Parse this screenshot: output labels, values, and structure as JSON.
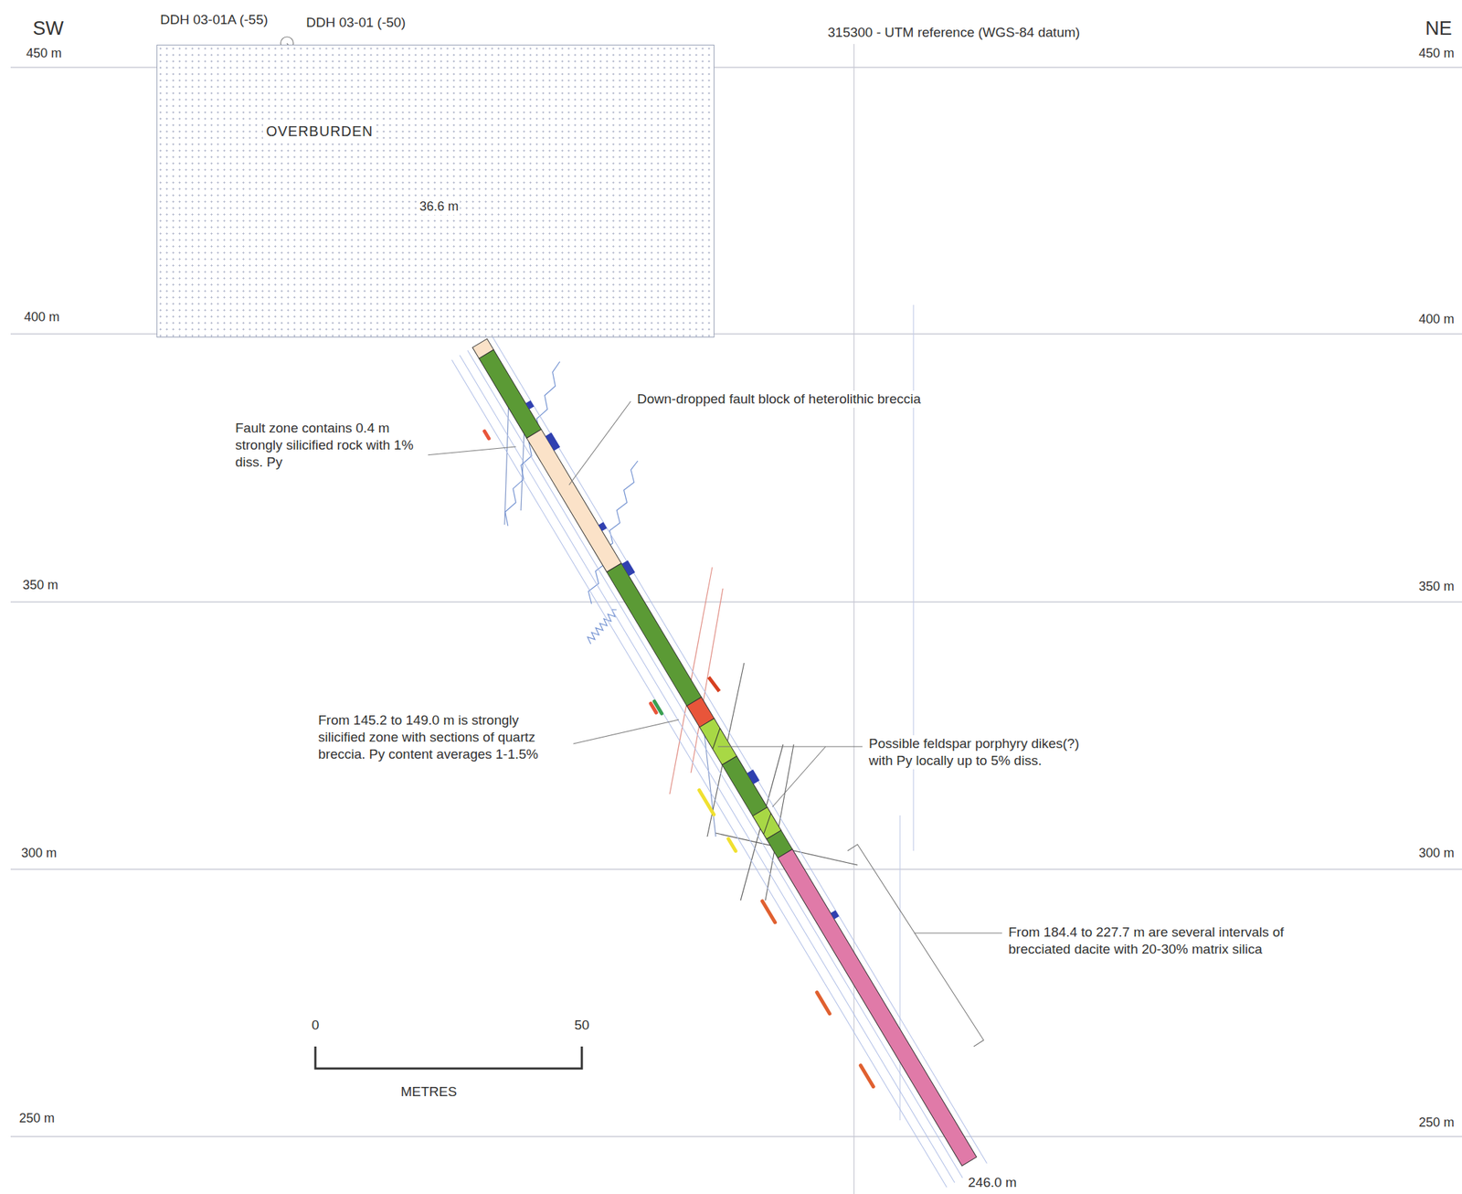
{
  "diagram": {
    "nodes": [
      {
        "text": [
          "OVERBURDEN"
        ]
      }
    ],
    "labels": [
      "SW",
      "NE",
      "DDH 03-01A (-55)",
      "DDH 03-01 (-50)",
      "315300 - UTM reference (WGS-84 datum)",
      "450 m",
      "450 m",
      "400 m",
      "400 m",
      "350 m",
      "350 m",
      "300 m",
      "300 m",
      "250 m",
      "250 m",
      "36.6 m",
      "Down-dropped fault block of heterolithic breccia",
      "Fault zone contains 0.4 m strongly silicified rock with 1% diss. Py",
      "From 145.2 to 149.0 m is strongly silicified zone with sections of quartz breccia. Py content averages 1-1.5%",
      "Possible feldspar porphyry dikes(?) with Py locally up to 5% diss.",
      "From 184.4 to 227.7 m are several intervals of brecciated dacite with 20-30% matrix silica",
      "0",
      "50",
      "METRES",
      "246.0 m"
    ]
  }
}
